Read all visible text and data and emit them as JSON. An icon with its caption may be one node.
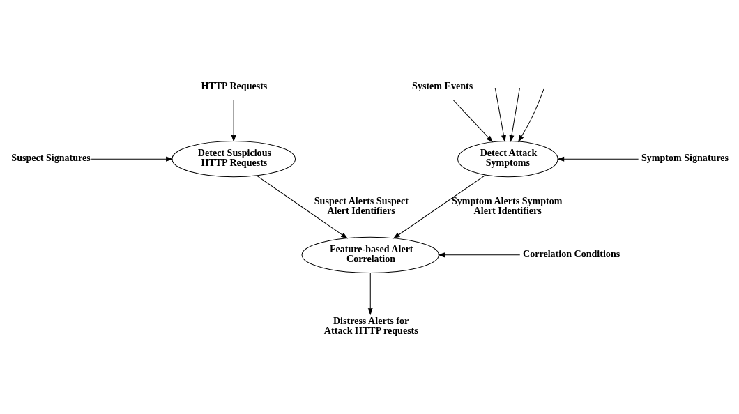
{
  "diagram": {
    "nodes": [
      {
        "text": [
          "HTTP Requests"
        ]
      },
      {
        "text": [
          "System Events"
        ]
      },
      {
        "text": [
          "Suspect Signatures"
        ]
      },
      {
        "text": [
          "Detect Suspicious HTTP Requests"
        ]
      },
      {
        "text": [
          "Detect Attack Symptoms"
        ]
      },
      {
        "text": [
          "Symptom Signatures"
        ]
      },
      {
        "text": [
          "Feature-based Alert Correlation"
        ]
      },
      {
        "text": [
          "Correlation Conditions"
        ]
      },
      {
        "text": [
          "Distress Alerts for Attack HTTP requests"
        ]
      }
    ],
    "edges": [
      {
        "from": 0,
        "to": 3,
        "arrow": "to"
      },
      {
        "from": 1,
        "to": 4,
        "arrow": "to"
      },
      {
        "from": null,
        "to": 4,
        "arrow": "to"
      },
      {
        "from": null,
        "to": 4,
        "arrow": "to"
      },
      {
        "from": null,
        "to": 4,
        "arrow": "to"
      },
      {
        "from": 2,
        "to": 3,
        "arrow": "to"
      },
      {
        "from": 5,
        "to": 4,
        "arrow": "to"
      },
      {
        "from": 3,
        "to": 6,
        "arrow": "to",
        "label": "Suspect Alerts Suspect Alert Identifiers"
      },
      {
        "from": 4,
        "to": 6,
        "arrow": "to",
        "label": "Symptom Alerts Symptom Alert Identifiers"
      },
      {
        "from": 7,
        "to": 6,
        "arrow": "to"
      },
      {
        "from": 6,
        "to": 8,
        "arrow": "to"
      }
    ]
  }
}
